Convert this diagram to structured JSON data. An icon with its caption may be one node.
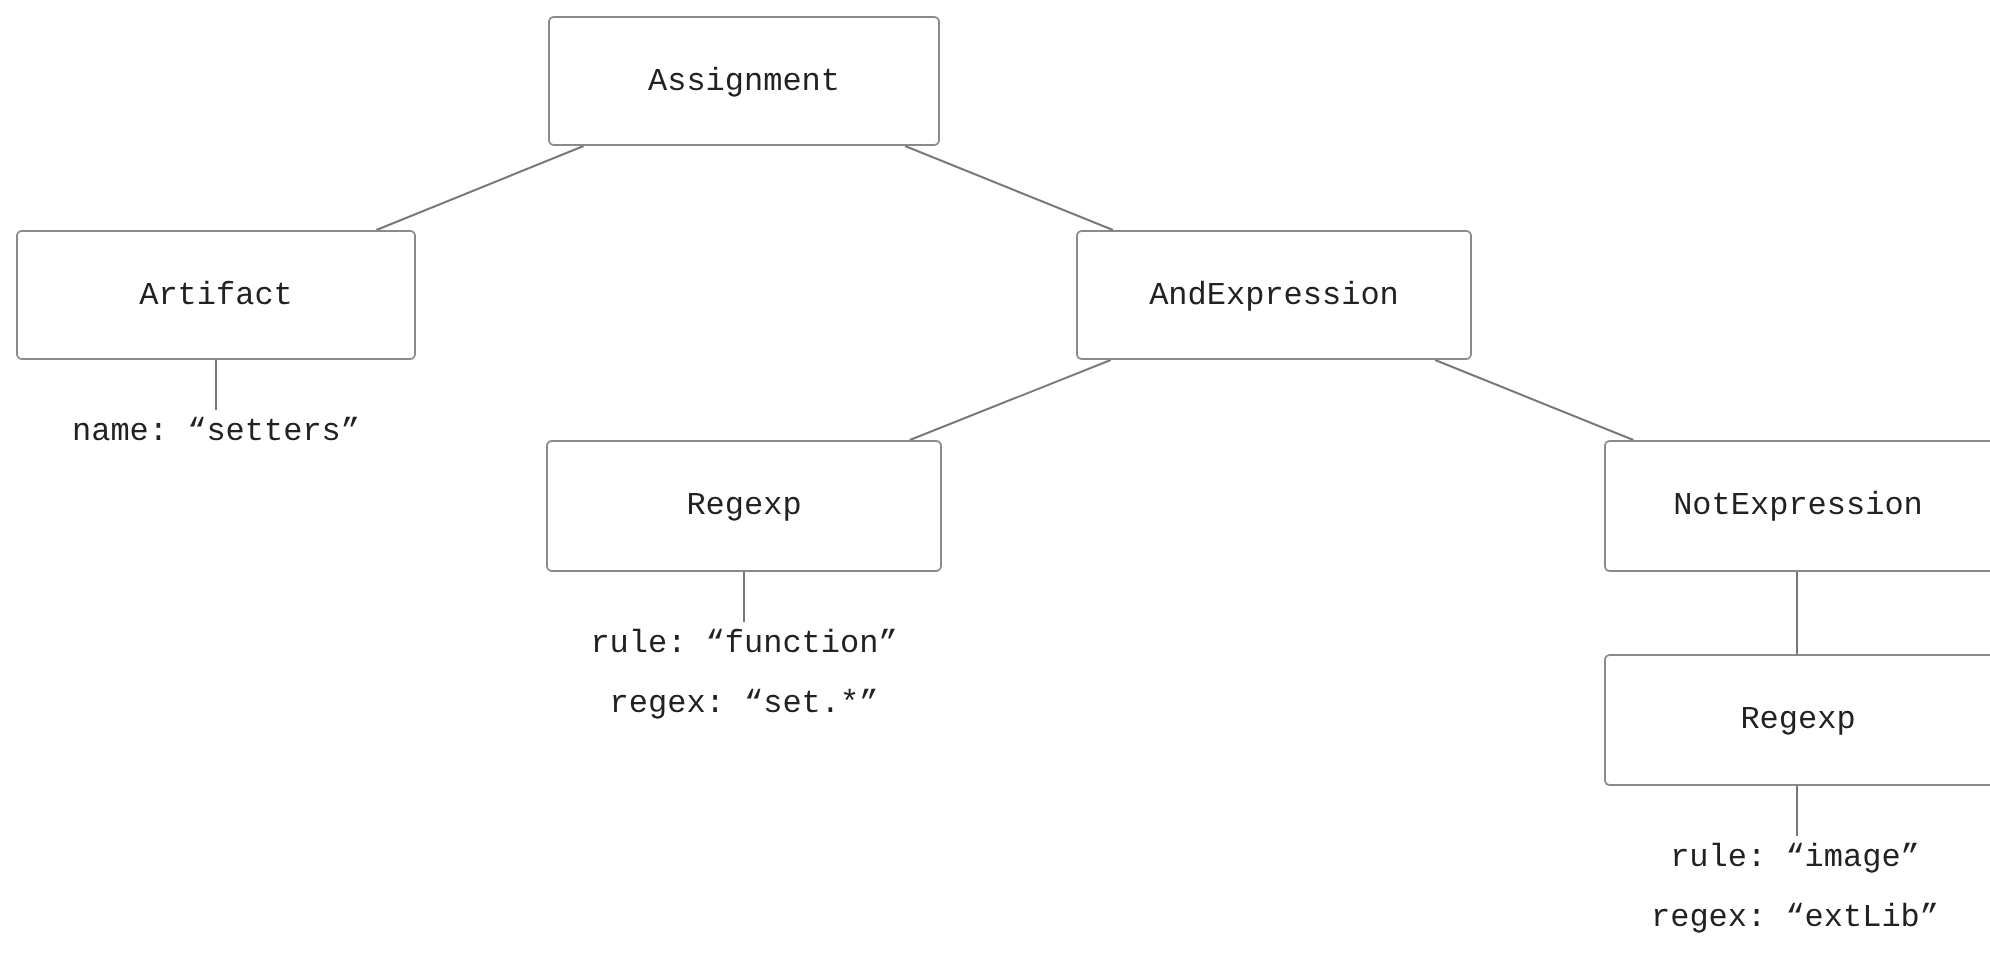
{
  "diagram": {
    "nodes": [
      {
        "text": [
          "Assignment"
        ]
      },
      {
        "text": [
          "Artifact"
        ]
      },
      {
        "text": [
          "AndExpression"
        ]
      },
      {
        "text": [
          "name: “setters”"
        ]
      },
      {
        "text": [
          "Regexp"
        ]
      },
      {
        "text": [
          "NotExpression"
        ]
      },
      {
        "text": [
          "rule: “function”",
          "regex: “set.*”"
        ]
      },
      {
        "text": [
          "Regexp"
        ]
      },
      {
        "text": [
          "rule: “image”",
          "regex: “extLib”"
        ]
      }
    ],
    "edges": [
      {
        "from": 0,
        "to": 1,
        "arrow": "none"
      },
      {
        "from": 0,
        "to": 2,
        "arrow": "none"
      },
      {
        "from": 1,
        "to": 3,
        "arrow": "none"
      },
      {
        "from": 2,
        "to": 4,
        "arrow": "none"
      },
      {
        "from": 2,
        "to": 5,
        "arrow": "none"
      },
      {
        "from": 4,
        "to": 6,
        "arrow": "none"
      },
      {
        "from": 5,
        "to": 7,
        "arrow": "none"
      },
      {
        "from": 7,
        "to": 8,
        "arrow": "none"
      }
    ]
  }
}
